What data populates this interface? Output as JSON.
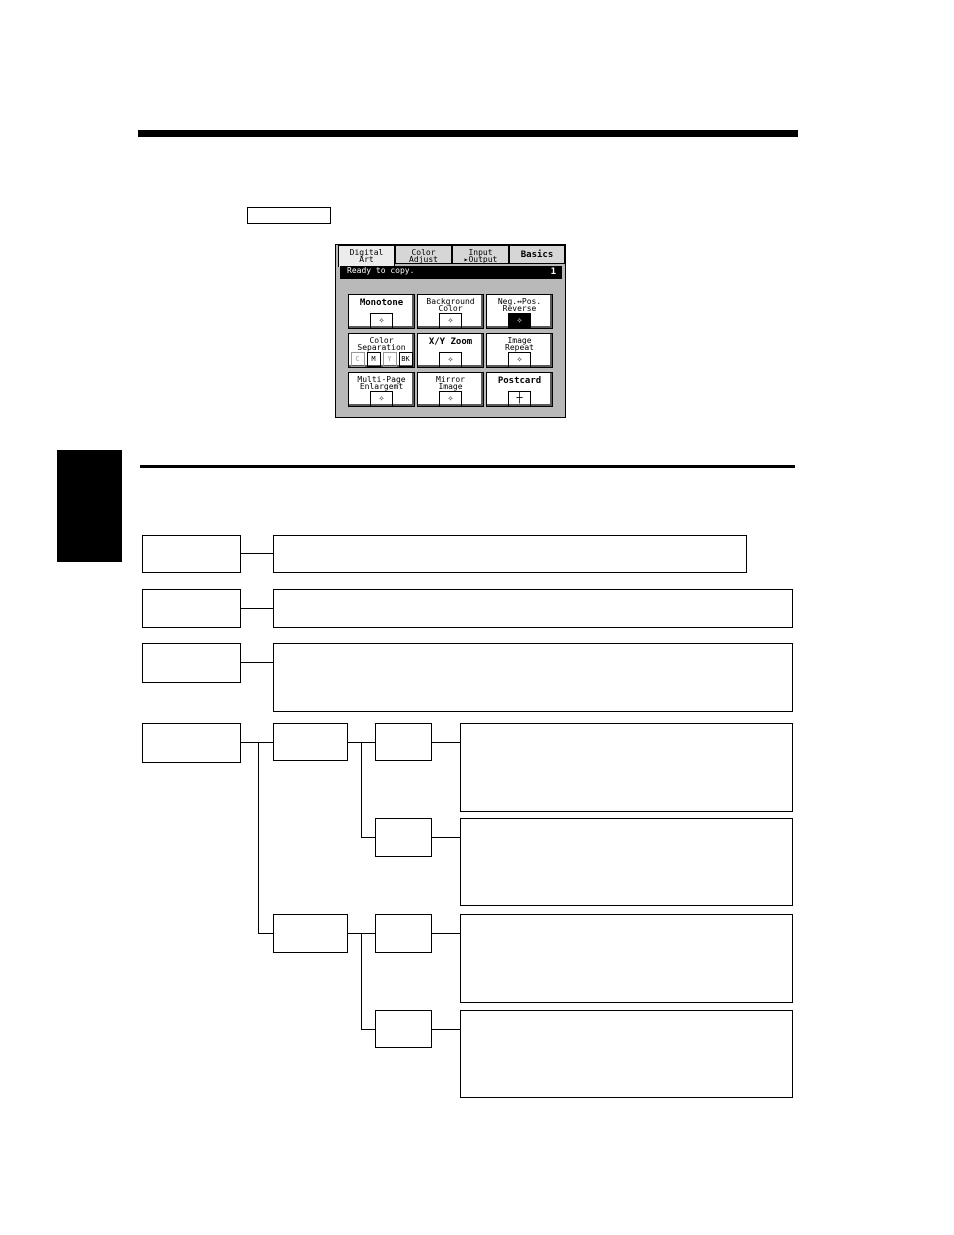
{
  "panel": {
    "tabs": [
      {
        "label": "Digital\nArt",
        "active": true
      },
      {
        "label": "Color\nAdjust",
        "active": false
      },
      {
        "label": "Input\n▸Output",
        "active": false
      },
      {
        "label": "Basics",
        "active": false
      }
    ],
    "status_text": "Ready to copy.",
    "copy_count": "1",
    "buttons": [
      {
        "label": "Monotone",
        "icon": "banana-icon"
      },
      {
        "label": "Background\nColor",
        "icon": "banana-grid-icon"
      },
      {
        "label": "Neg.↔Pos.\nReverse",
        "icon": "banana-inverted-icon"
      },
      {
        "label": "Color\nSeparation",
        "icon": "cmyk-boxes"
      },
      {
        "label": "X/Y Zoom",
        "icon": "banana-zoom-icon"
      },
      {
        "label": "Image\nRepeat",
        "icon": "banana-repeat-icon"
      },
      {
        "label": "Multi-Page\nEnlargemt",
        "icon": "banana-multipage-icon"
      },
      {
        "label": "Mirror\nImage",
        "icon": "banana-mirror-icon"
      },
      {
        "label": "Postcard",
        "icon": "postcard-grid-icon"
      }
    ],
    "separation_boxes": [
      "C",
      "M",
      "Y",
      "BK"
    ]
  }
}
